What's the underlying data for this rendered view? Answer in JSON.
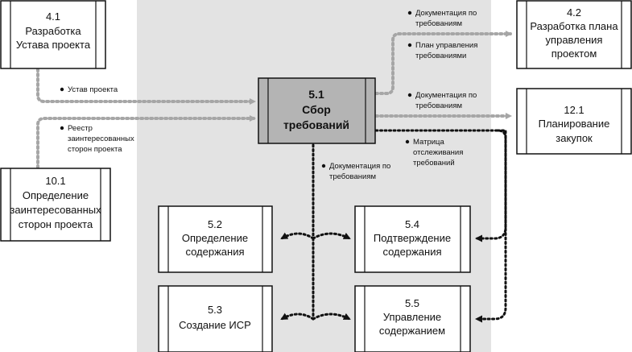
{
  "processes": {
    "p41": {
      "id": "4.1",
      "lines": [
        "Разработка",
        "Устава проекта"
      ]
    },
    "p42": {
      "id": "4.2",
      "lines": [
        "Разработка плана",
        "управления",
        "проектом"
      ]
    },
    "p51": {
      "id": "5.1",
      "lines": [
        "Сбор",
        "требований"
      ]
    },
    "p121": {
      "id": "12.1",
      "lines": [
        "Планирование",
        "закупок"
      ]
    },
    "p101": {
      "id": "10.1",
      "lines": [
        "Определение",
        "заинтересованных",
        "сторон проекта"
      ]
    },
    "p52": {
      "id": "5.2",
      "lines": [
        "Определение",
        "содержания"
      ]
    },
    "p54": {
      "id": "5.4",
      "lines": [
        "Подтверждение",
        "содержания"
      ]
    },
    "p53": {
      "id": "5.3",
      "lines": [
        "Создание ИСР"
      ]
    },
    "p55": {
      "id": "5.5",
      "lines": [
        "Управление",
        "содержанием"
      ]
    }
  },
  "labels": {
    "to42_a": [
      "Документация по",
      "требованиям"
    ],
    "to42_b": [
      "План управления",
      "требованиями"
    ],
    "to121": [
      "Документация по",
      "требованиям"
    ],
    "matrix": [
      "Матрица",
      "отслеживания",
      "требований"
    ],
    "down": [
      "Документация по",
      "требованиям"
    ],
    "charter": [
      "Устав проекта"
    ],
    "register": [
      "Реестр",
      "заинтересованных",
      "сторон проекта"
    ]
  },
  "colors": {
    "process_area": "#e3e3e3",
    "central_fill": "#b4b4b4",
    "gray_arrow": "#a6a6a6",
    "black_arrow": "#111111"
  }
}
